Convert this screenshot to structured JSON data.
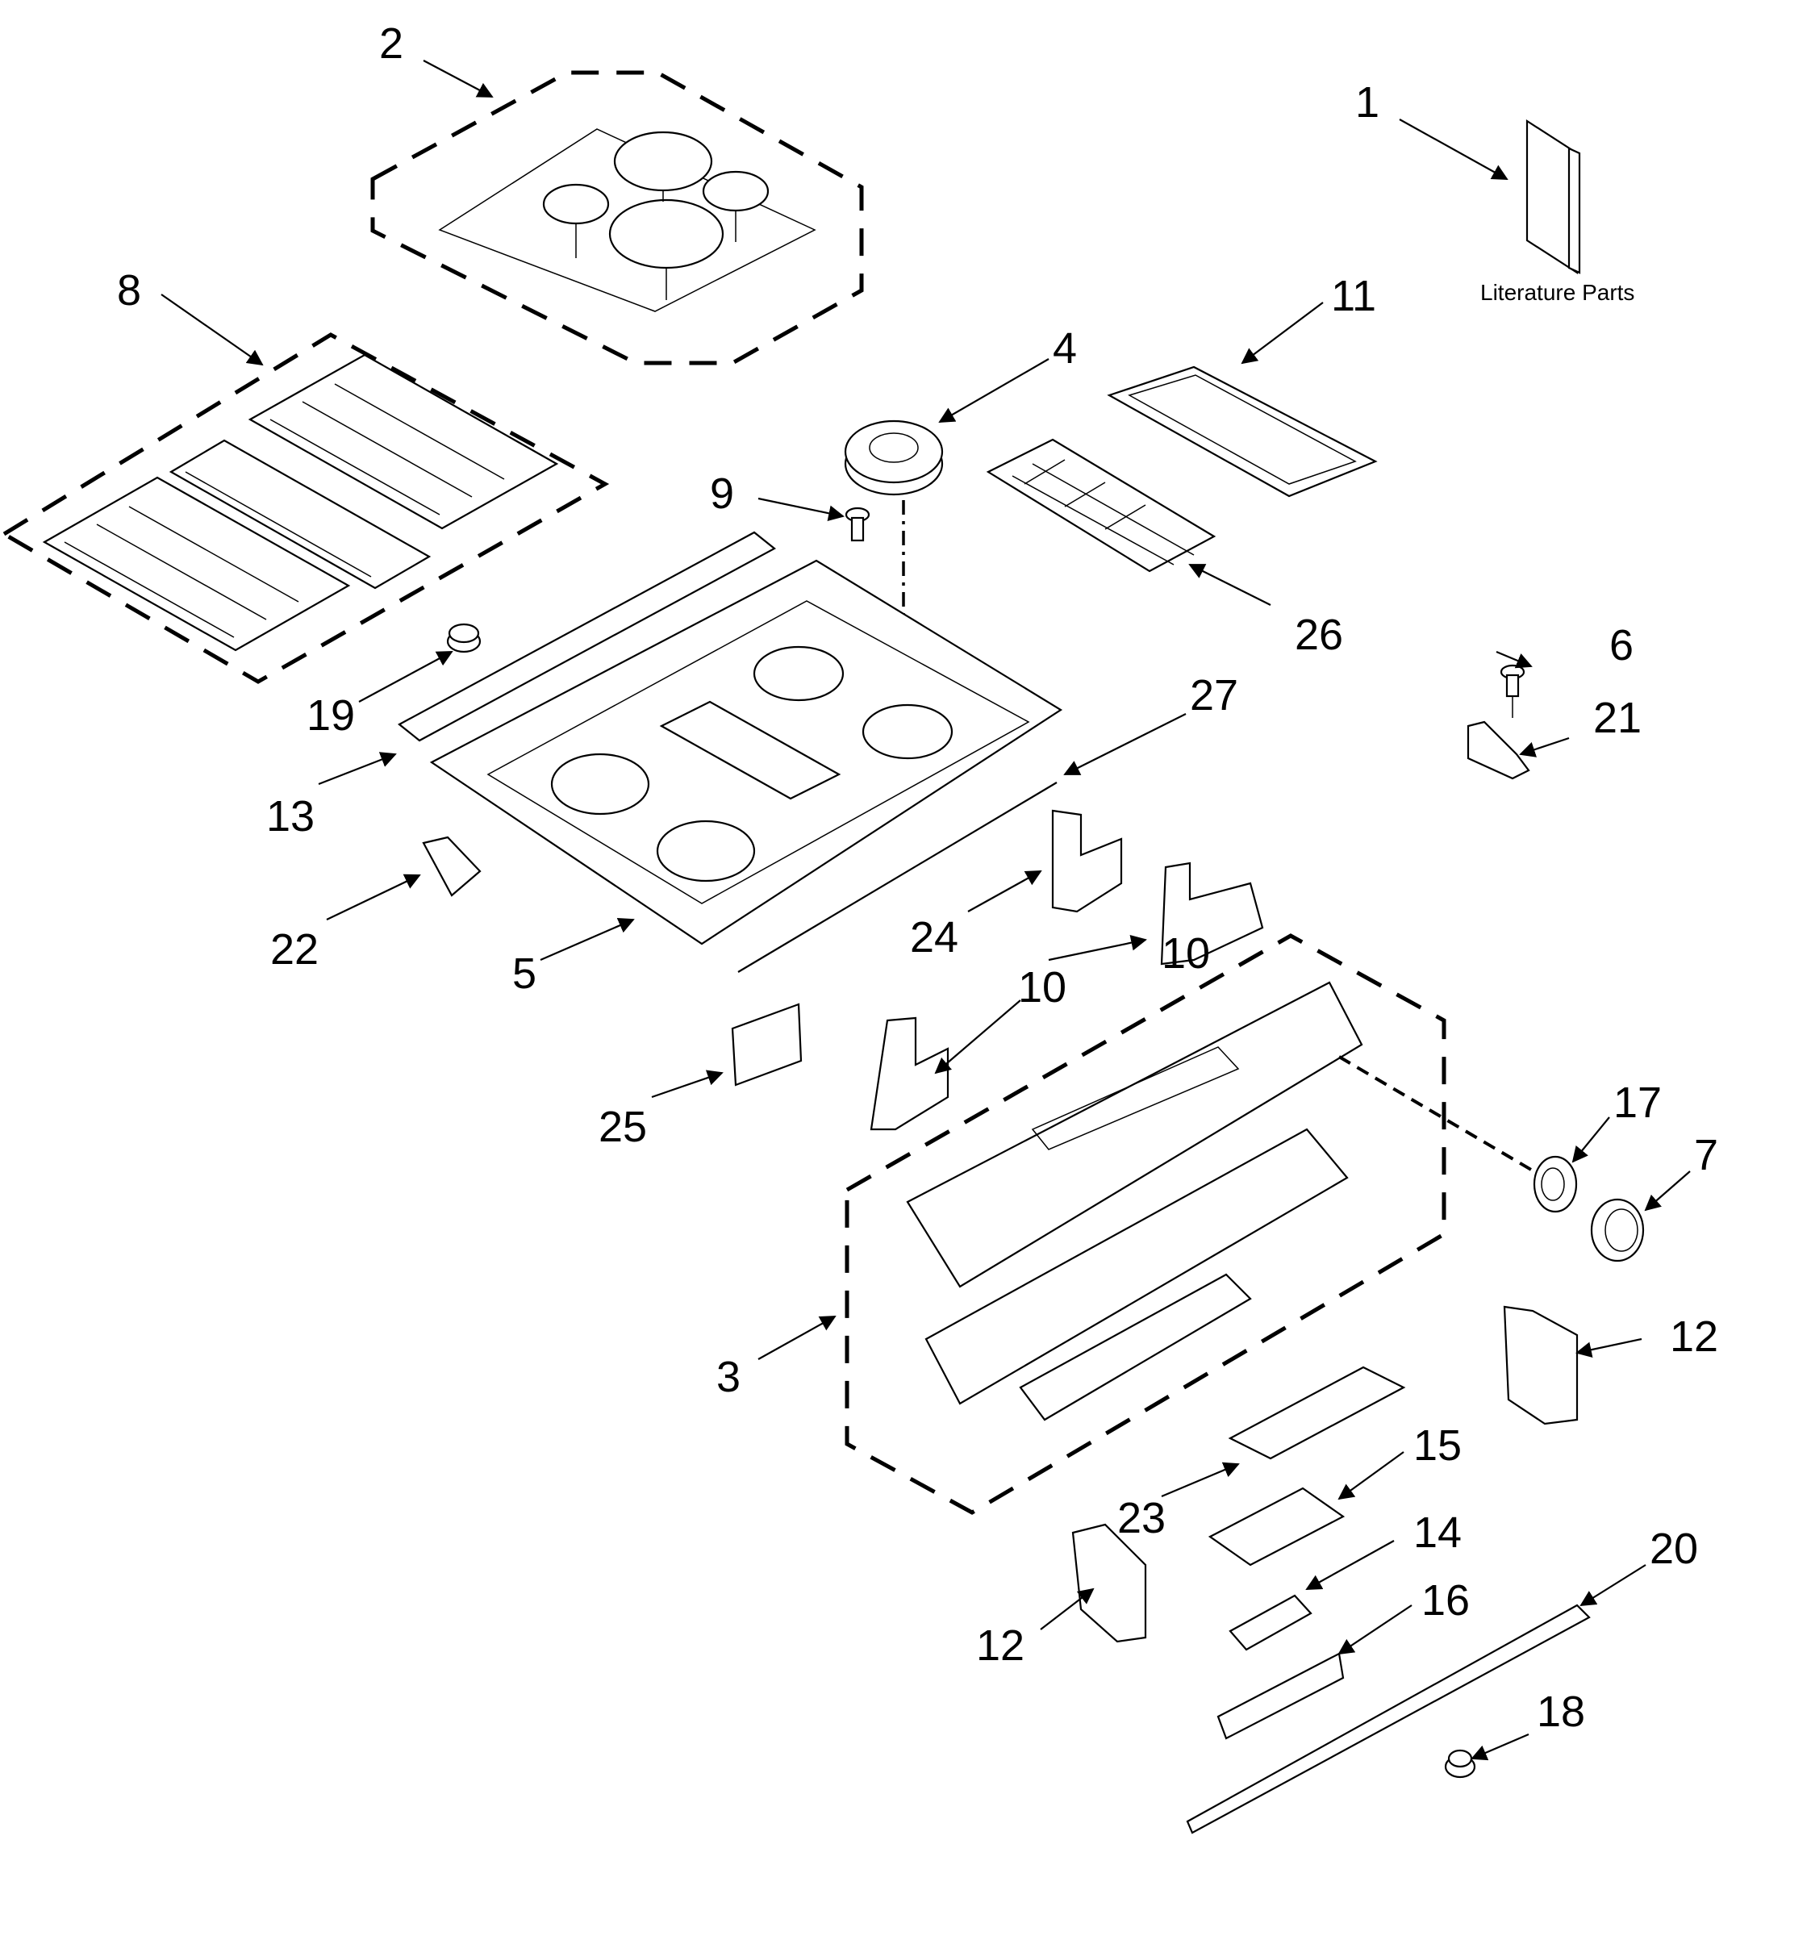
{
  "literature_label": "Literature Parts",
  "callouts": [
    "1",
    "2",
    "3",
    "4",
    "5",
    "6",
    "7",
    "8",
    "9",
    "10",
    "10",
    "11",
    "12",
    "12",
    "13",
    "14",
    "15",
    "16",
    "17",
    "18",
    "19",
    "20",
    "21",
    "22",
    "23",
    "24",
    "25",
    "26",
    "27"
  ]
}
